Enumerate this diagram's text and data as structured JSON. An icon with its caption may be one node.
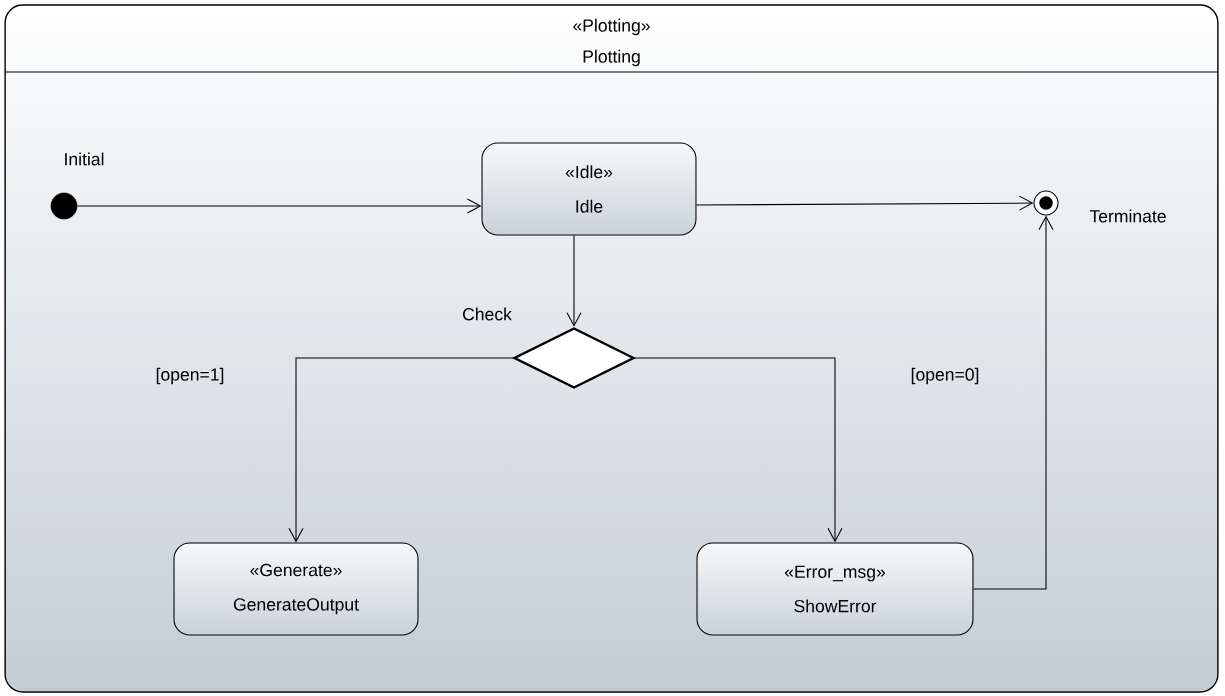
{
  "diagram": {
    "nodes": [
      {
        "text": [
          "«Plotting»",
          "Plotting"
        ]
      },
      {
        "text": [],
        "shape": "circle",
        "beside": [
          "Initial"
        ],
        "in": 0
      },
      {
        "text": [
          "«Idle»",
          "Idle"
        ],
        "in": 0
      },
      {
        "text": [],
        "shape": "bullseye",
        "beside": [
          "Terminate"
        ],
        "in": 0
      },
      {
        "text": [],
        "shape": "diamond",
        "beside": [
          "Check"
        ],
        "in": 0
      },
      {
        "text": [
          "«Generate»",
          "GenerateOutput"
        ],
        "in": 0
      },
      {
        "text": [
          "«Error_msg»",
          "ShowError"
        ],
        "in": 0
      }
    ],
    "edges": [
      {
        "from": 1,
        "to": 2,
        "arrow": "to"
      },
      {
        "from": 2,
        "to": 3,
        "arrow": "to"
      },
      {
        "from": 2,
        "to": 4,
        "arrow": "to"
      },
      {
        "from": 4,
        "to": 5,
        "arrow": "to",
        "label": "[open=1]"
      },
      {
        "from": 4,
        "to": 6,
        "arrow": "to",
        "label": "[open=0]"
      },
      {
        "from": 6,
        "to": 3,
        "arrow": "to"
      }
    ]
  }
}
